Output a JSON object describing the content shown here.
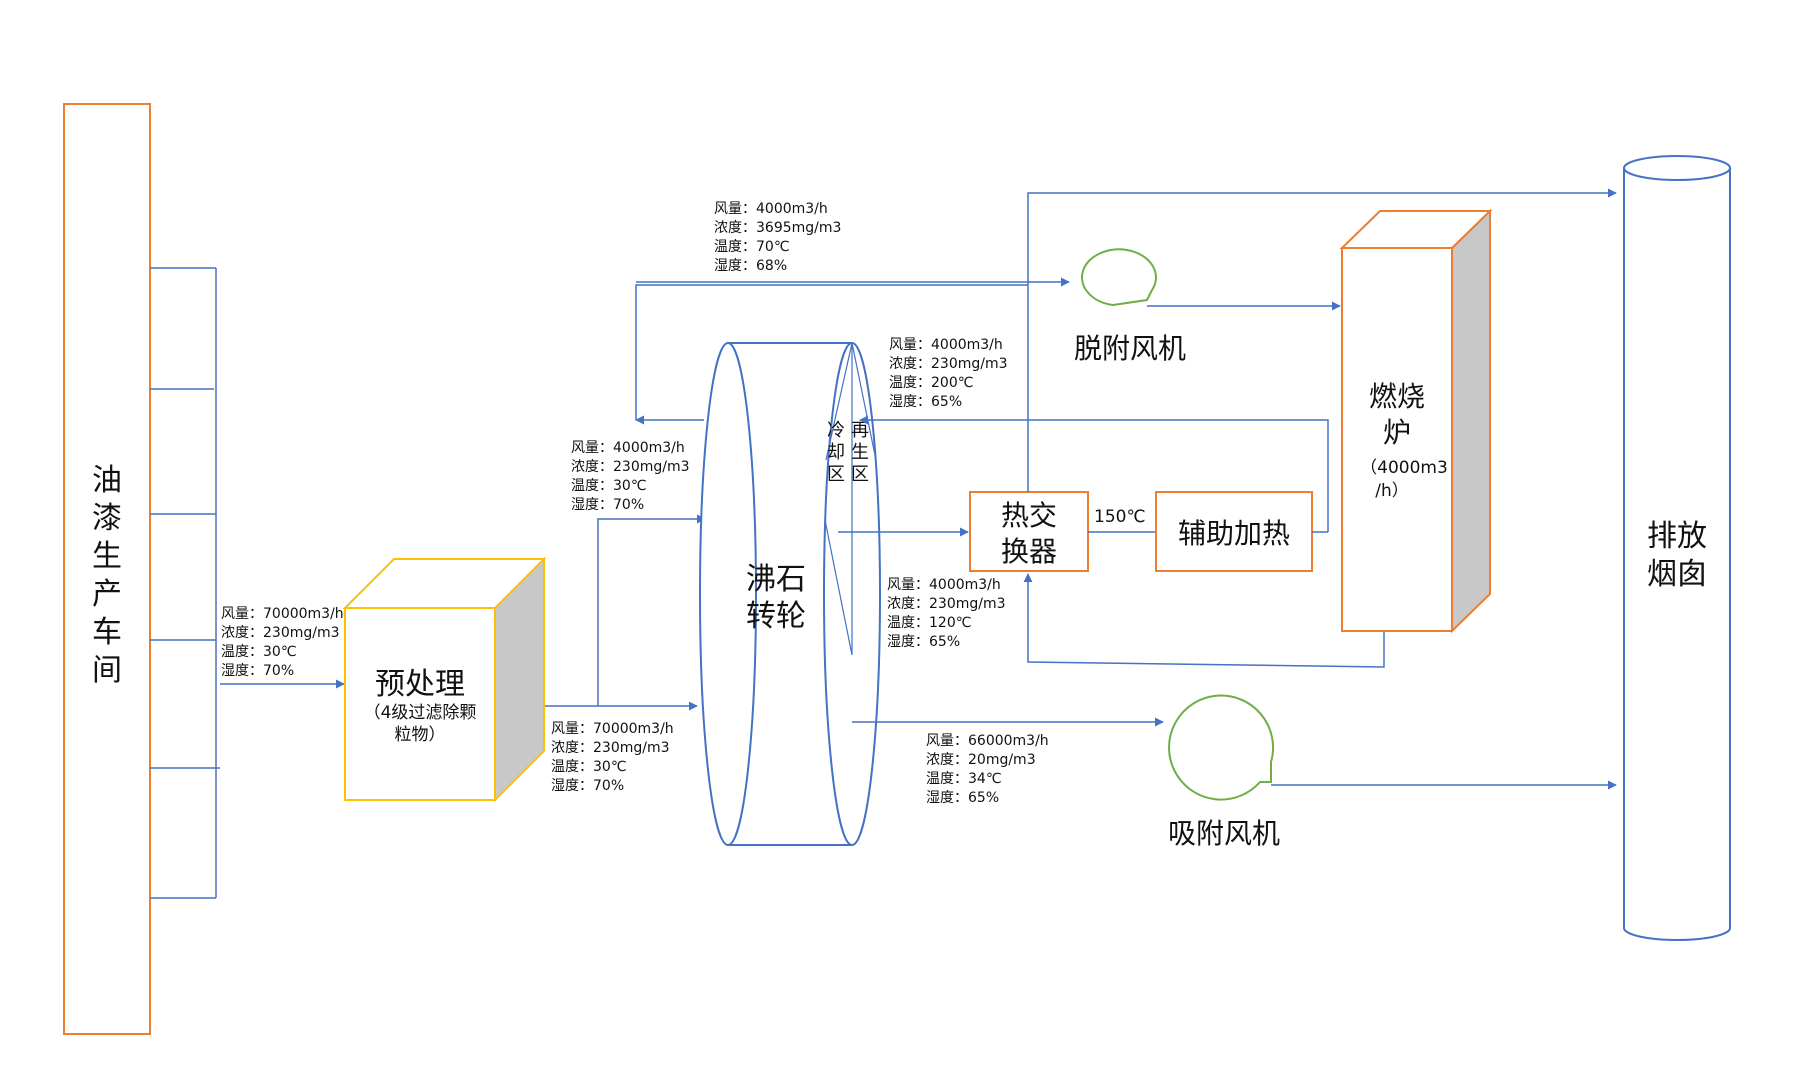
{
  "colors": {
    "flow": "#4472c4",
    "box_orange": "#ed7d31",
    "box_yellow": "#ffc000",
    "fan_green": "#70ad47",
    "side_gray": "#c8c8c8"
  },
  "workshop": {
    "label": "油漆生产车间"
  },
  "pretreat": {
    "title": "预处理",
    "note_line1": "（4级过滤除颗",
    "note_line2": "粒物）"
  },
  "wheel": {
    "title_line1": "沸石",
    "title_line2": "转轮",
    "cooling": "冷却区",
    "regen": "再生区"
  },
  "hx": {
    "line1": "热交",
    "line2": "换器"
  },
  "aux": {
    "label": "辅助加热",
    "temp": "150℃"
  },
  "furnace": {
    "title_line1": "燃烧",
    "title_line2": "炉",
    "cap_line1": "（4000m3",
    "cap_line2": "/h）"
  },
  "stack": {
    "line1": "排放",
    "line2": "烟囱"
  },
  "fan_desorb": {
    "label": "脱附风机"
  },
  "fan_adsorb": {
    "label": "吸附风机"
  },
  "params": {
    "inlet": [
      "风量：70000m3/h",
      "浓度：230mg/m3",
      "温度：30℃",
      "湿度：70%"
    ],
    "after_pre": [
      "风量：70000m3/h",
      "浓度：230mg/m3",
      "温度：30℃",
      "湿度：70%"
    ],
    "cool_in": [
      "风量：4000m3/h",
      "浓度：230mg/m3",
      "温度：30℃",
      "湿度：70%"
    ],
    "desorb_out": [
      "风量：4000m3/h",
      "浓度：3695mg/m3",
      "温度：70℃",
      "湿度：68%"
    ],
    "regen_in": [
      "风量：4000m3/h",
      "浓度：230mg/m3",
      "温度：200℃",
      "湿度：65%"
    ],
    "cool_out": [
      "风量：4000m3/h",
      "浓度：230mg/m3",
      "温度：120℃",
      "湿度：65%"
    ],
    "clean_out": [
      "风量：66000m3/h",
      "浓度：20mg/m3",
      "温度：34℃",
      "湿度：65%"
    ]
  }
}
